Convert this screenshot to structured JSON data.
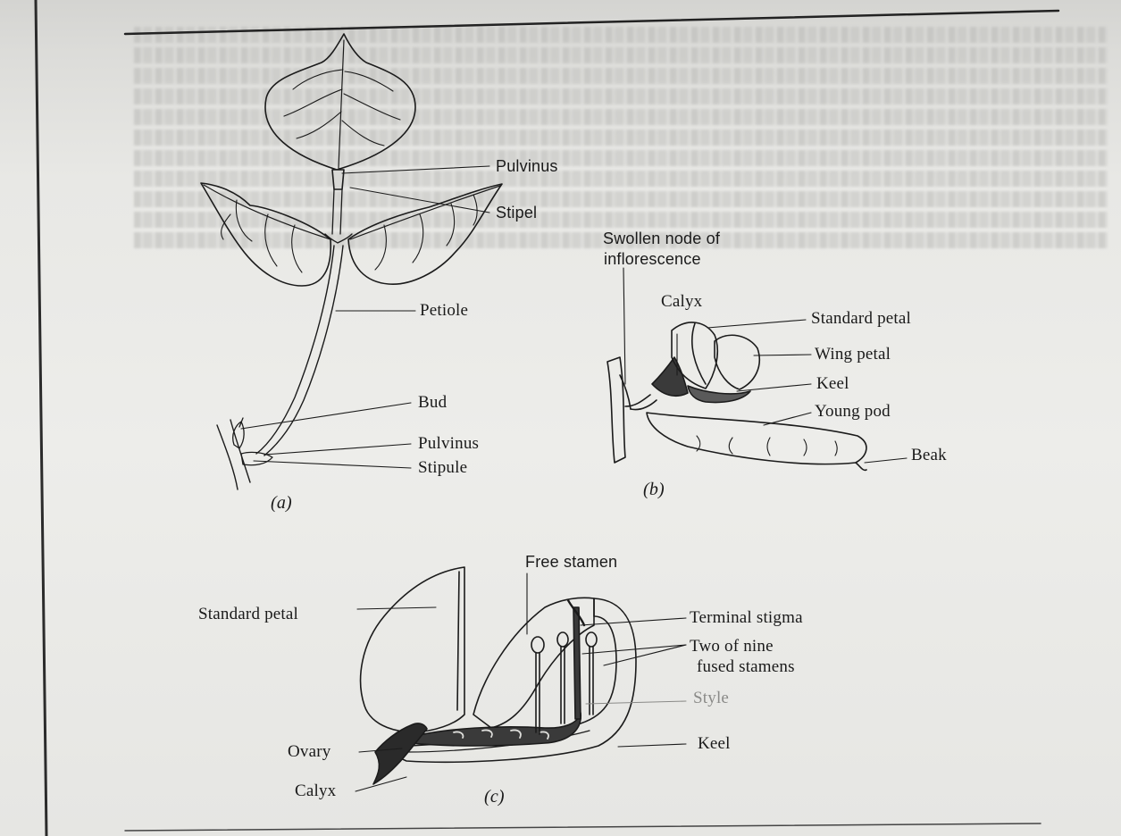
{
  "figure": {
    "panel_a": {
      "caption": "(a)",
      "labels": {
        "pulvinus_top": "Pulvinus",
        "stipel": "Stipel",
        "petiole": "Petiole",
        "bud": "Bud",
        "pulvinus_bottom": "Pulvinus",
        "stipule": "Stipule"
      }
    },
    "panel_b": {
      "caption": "(b)",
      "labels": {
        "swollen_node": "Swollen node of",
        "inflorescence": "inflorescence",
        "calyx": "Calyx",
        "standard_petal": "Standard petal",
        "wing_petal": "Wing petal",
        "keel": "Keel",
        "young_pod": "Young pod",
        "beak": "Beak"
      }
    },
    "panel_c": {
      "caption": "(c)",
      "labels": {
        "free_stamen": "Free stamen",
        "standard_petal": "Standard petal",
        "terminal_stigma": "Terminal stigma",
        "two_of_nine": "Two of nine",
        "fused_stamens": "fused stamens",
        "style": "Style",
        "ovary": "Ovary",
        "keel": "Keel",
        "calyx": "Calyx"
      }
    }
  }
}
